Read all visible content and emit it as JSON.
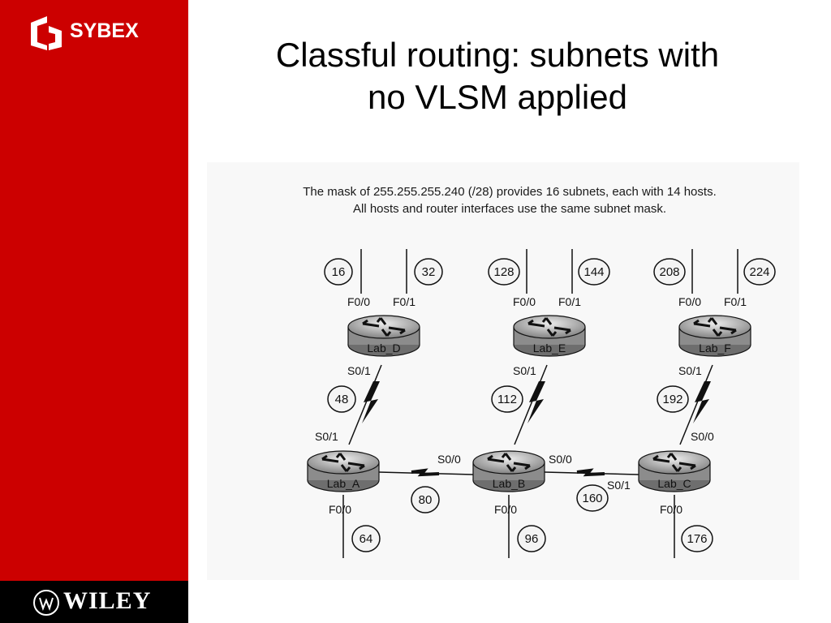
{
  "branding": {
    "publisher_logo": "SYBEX",
    "footer_logo": "WILEY"
  },
  "slide": {
    "title_line1": "Classful routing: subnets with",
    "title_line2": "no VLSM applied"
  },
  "figure": {
    "caption_line1": "The mask of 255.255.255.240 (/28) provides 16 subnets, each with 14 hosts.",
    "caption_line2": "All hosts and router interfaces use the same subnet mask.",
    "routers": [
      {
        "id": "Lab_D",
        "label": "Lab_D"
      },
      {
        "id": "Lab_E",
        "label": "Lab_E"
      },
      {
        "id": "Lab_F",
        "label": "Lab_F"
      },
      {
        "id": "Lab_A",
        "label": "Lab_A"
      },
      {
        "id": "Lab_B",
        "label": "Lab_B"
      },
      {
        "id": "Lab_C",
        "label": "Lab_C"
      }
    ],
    "subnets": [
      "16",
      "32",
      "128",
      "144",
      "208",
      "224",
      "48",
      "112",
      "192",
      "80",
      "160",
      "64",
      "96",
      "176"
    ],
    "interfaces": {
      "f00": "F0/0",
      "f01": "F0/1",
      "s00": "S0/0",
      "s01": "S0/1"
    }
  },
  "colors": {
    "sidebar": "#cc0000",
    "footer": "#000000"
  }
}
